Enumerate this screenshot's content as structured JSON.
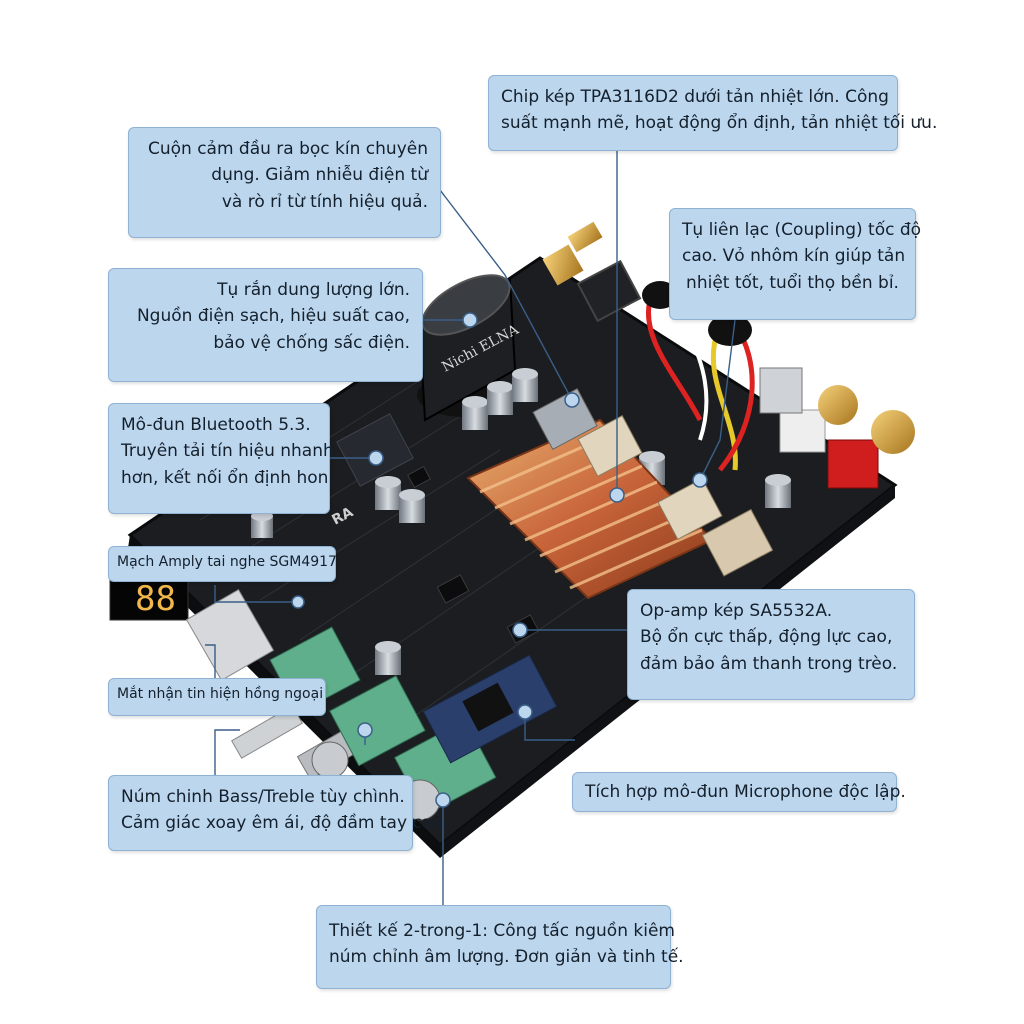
{
  "callouts": {
    "chip": [
      "Chip kép TPA3116D2 dưới tản nhiệt lớn. Công",
      "suất mạnh mẽ, hoạt động ổn định, tản nhiệt tối ưu."
    ],
    "inductor": [
      "Cuộn cảm đầu ra bọc kín chuyên",
      "dụng. Giảm nhiễu điện từ",
      "và rò rỉ từ tính hiệu quả."
    ],
    "coupling": [
      "Tụ liên lạc (Coupling) tốc độ",
      "cao. Vỏ nhôm kín giúp tản",
      "nhiệt tốt, tuổi thọ bền bỉ."
    ],
    "capacitor": [
      "Tụ rắn dung lượng lớn.",
      "Nguồn điện sạch, hiệu suất cao,",
      "bảo vệ chống sấc điện."
    ],
    "bluetooth": [
      "Mô-đun Bluetooth 5.3.",
      "Truyên tải tín hiệu nhanh",
      "hơn, kết nối ổn định hon."
    ],
    "headphone_amp": [
      "Mạch Amply tai nghe SGM4917"
    ],
    "ir": [
      "Mắt nhận tin hiện hồng ngoại"
    ],
    "opamp": [
      "Op-amp kép SA5532A.",
      "Bộ ổn cực thấp, động lực cao,",
      "đảm bảo âm thanh trong trèo."
    ],
    "microphone": [
      "Tích hợp mô-đun Microphone độc lập."
    ],
    "knobs": [
      "Núm chinh Bass/Treble tùy chình.",
      "Cảm giác xoay êm ái, độ đầm tay cao."
    ],
    "power": [
      "Thiết kế 2-trong-1: Công tấc nguồn kiêm",
      "núm chỉnh âm lượng. Đơn giản và tinh tế."
    ]
  },
  "board_print": "RA",
  "display_digits": "88",
  "colors": {
    "callout_bg": "#bcd6ee",
    "leader": "#3a5f88",
    "pcb": "#1b1d20",
    "heatsink": "#c8643a",
    "knob": "#5fae8c",
    "rca_red": "#d01e1e"
  }
}
